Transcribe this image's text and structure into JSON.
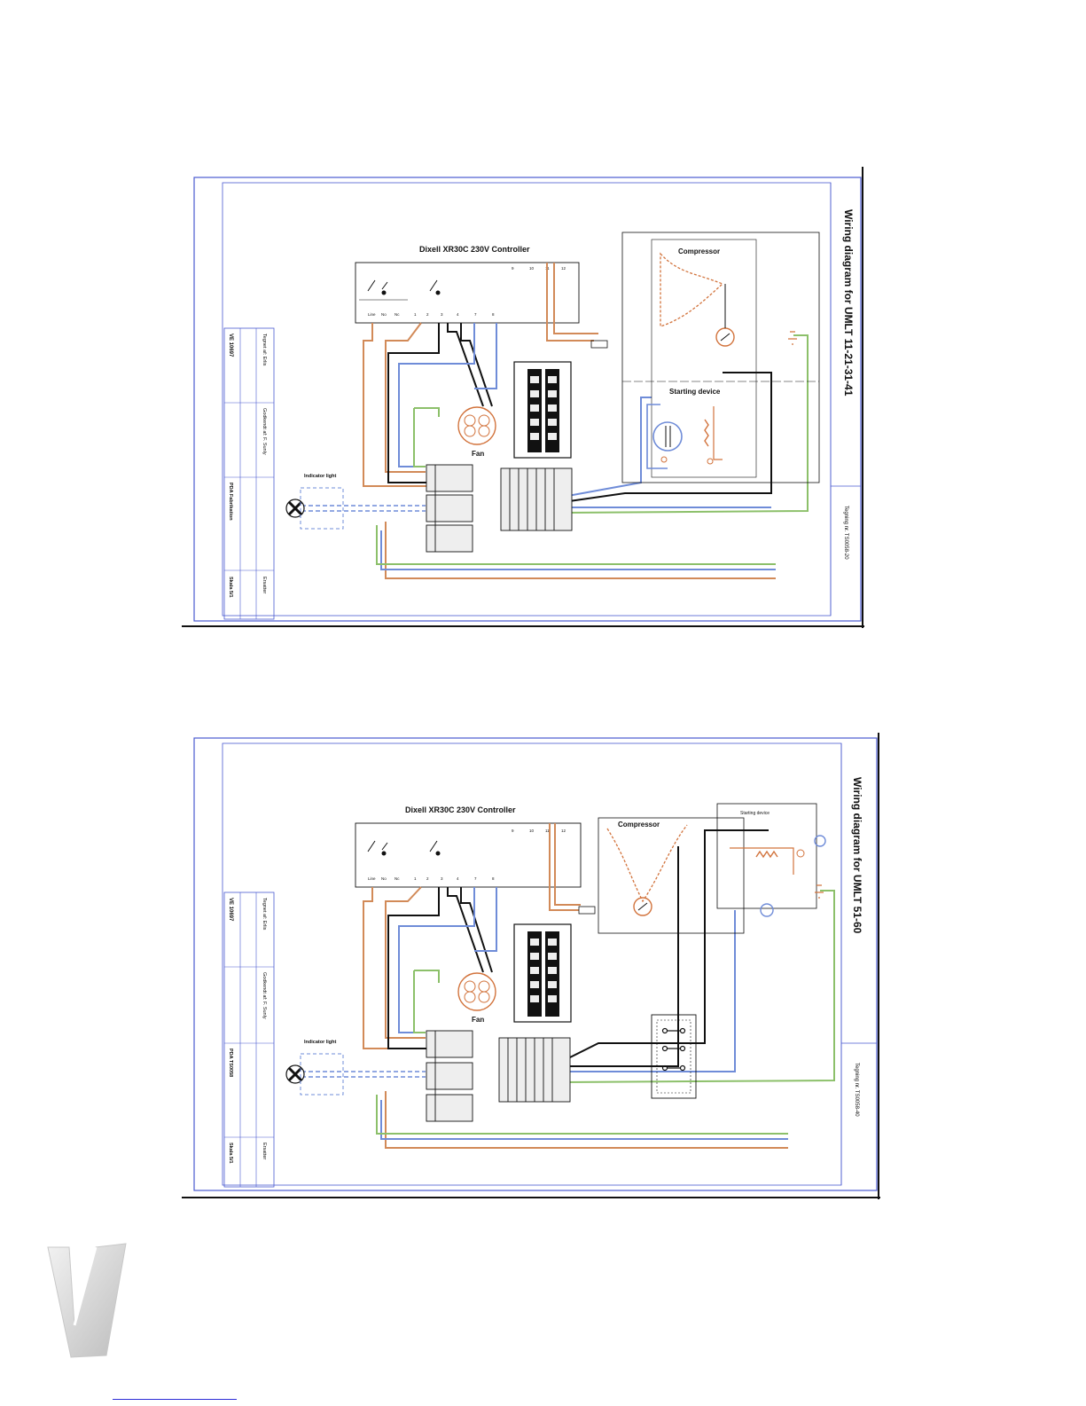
{
  "colors": {
    "frame": "#4a5ad0",
    "wire_black": "#111111",
    "wire_brown": "#d28a58",
    "wire_blue": "#6f8cd8",
    "wire_green": "#8cc06a",
    "component": "#d2733c",
    "terminal_fill": "#eeeeee"
  },
  "sheets": [
    {
      "title": "Wiring diagram for UMLT 11-21-31-41",
      "controller_label": "Dixell XR30C 230V Controller",
      "compressor_label": "Compressor",
      "starting_device_label": "Starting device",
      "fan_label": "Fan",
      "light_label": "Indicator light",
      "title_block": {
        "drawing_no": "VE 10697",
        "col_2_top": "Tegnet af: Erlis",
        "col_2_mid": "Godkendt af: F. Sunly",
        "col_2_bot": "Ersatter",
        "col_3_top": "PDA Fabrikation",
        "col_3_bot": "Skala 5/1",
        "col_4": "Tegning nr. TS0058-20"
      }
    },
    {
      "title": "Wiring diagram for UMLT 51-60",
      "controller_label": "Dixell XR30C 230V Controller",
      "compressor_label": "Compressor",
      "starting_device_label": "Starting device",
      "fan_label": "Fan",
      "light_label": "Indicator light",
      "title_block": {
        "drawing_no": "VE 10697",
        "col_2_top": "Tegnet af: Erlis",
        "col_2_mid": "Godkendt af: F. Sunly",
        "col_2_bot": "Ersatter",
        "col_3_top": "PDA TS0058",
        "col_3_bot": "Skala 5/1",
        "col_4": "Tegning nr. TS0058-40"
      }
    }
  ]
}
